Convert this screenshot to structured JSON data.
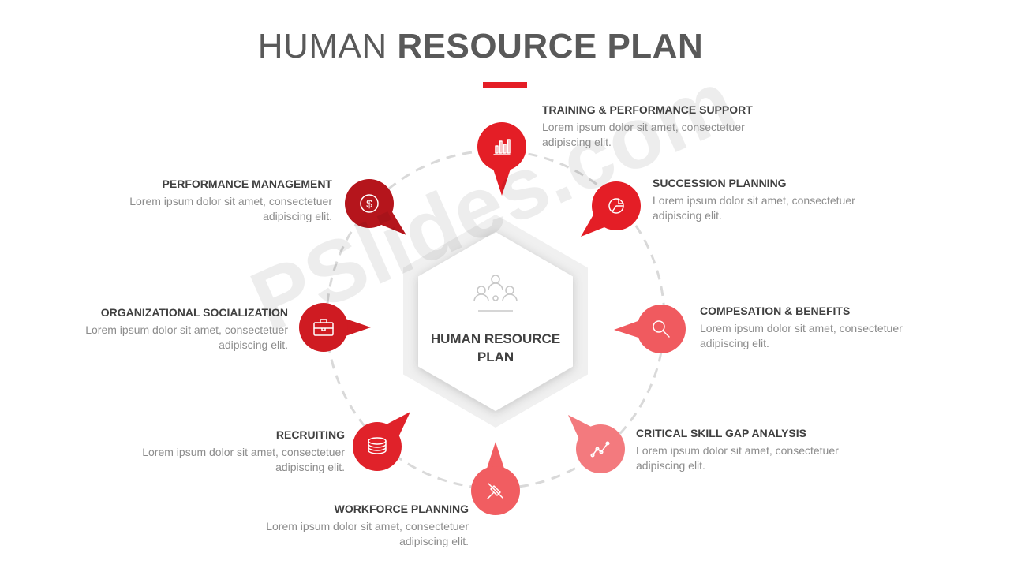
{
  "title": {
    "light": "HUMAN ",
    "bold": "RESOURCE PLAN"
  },
  "colors": {
    "accent": "#e41e26",
    "ring": "#d9d9d9",
    "text_dark": "#404040",
    "text_light": "#8c8c8c"
  },
  "center": {
    "line1": "HUMAN RESOURCE",
    "line2": "PLAN",
    "icon": "team-meeting-icon"
  },
  "watermark": "PSlides.com",
  "nodes": [
    {
      "title": "TRAINING & PERFORMANCE SUPPORT",
      "desc": "Lorem ipsum dolor sit amet, consectetuer adipiscing elit.",
      "icon": "bar-chart-icon",
      "color": "#e41e26"
    },
    {
      "title": "SUCCESSION PLANNING",
      "desc": "Lorem ipsum dolor sit amet, consectetuer adipiscing elit.",
      "icon": "pie-chart-icon",
      "color": "#e41e26"
    },
    {
      "title": "COMPESATION & BENEFITS",
      "desc": "Lorem ipsum dolor sit amet, consectetuer adipiscing elit.",
      "icon": "magnifier-icon",
      "color": "#f05a5f"
    },
    {
      "title": "CRITICAL  SKILL GAP ANALYSIS",
      "desc": "Lorem ipsum dolor sit amet, consectetuer adipiscing elit.",
      "icon": "line-graph-icon",
      "color": "#f37a7e"
    },
    {
      "title": "WORKFORCE PLANNING",
      "desc": "Lorem ipsum dolor sit amet, consectetuer adipiscing elit.",
      "icon": "pushpin-icon",
      "color": "#f15d61"
    },
    {
      "title": "RECRUITING",
      "desc": "Lorem ipsum dolor sit amet, consectetuer adipiscing elit.",
      "icon": "coin-stack-icon",
      "color": "#e0222a"
    },
    {
      "title": "ORGANIZATIONAL SOCIALIZATION",
      "desc": "Lorem ipsum dolor sit amet, consectetuer adipiscing elit.",
      "icon": "briefcase-icon",
      "color": "#cf1b22"
    },
    {
      "title": "PERFORMANCE MANAGEMENT",
      "desc": "Lorem ipsum dolor sit amet, consectetuer adipiscing elit.",
      "icon": "dollar-coin-icon",
      "color": "#b5151c"
    }
  ]
}
